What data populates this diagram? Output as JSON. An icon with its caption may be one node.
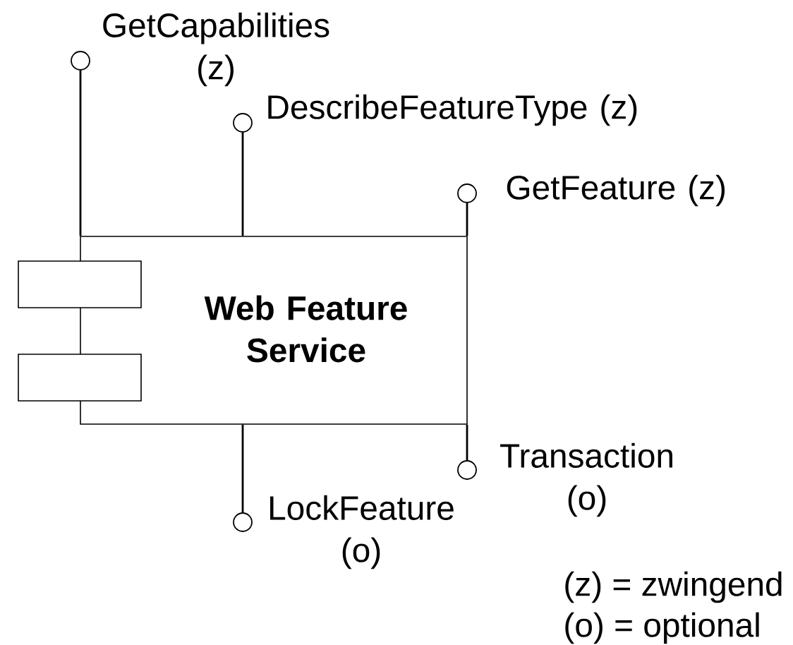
{
  "diagram": {
    "nodes": [
      {
        "text": [
          "**Web Feature Service**"
        ]
      },
      {
        "text": [
          "GetCapabilities (z)"
        ]
      },
      {
        "text": [
          "DescribeFeatureType (z)"
        ]
      },
      {
        "text": [
          "GetFeature (z)"
        ]
      },
      {
        "text": [
          "Transaction (o)"
        ]
      },
      {
        "text": [
          "LockFeature (o)"
        ]
      }
    ],
    "edges": [
      {
        "from": 0,
        "to": 1,
        "arrow": "none"
      },
      {
        "from": 0,
        "to": 2,
        "arrow": "none"
      },
      {
        "from": 0,
        "to": 3,
        "arrow": "none"
      },
      {
        "from": 0,
        "to": 4,
        "arrow": "none"
      },
      {
        "from": 0,
        "to": 5,
        "arrow": "none"
      }
    ],
    "labels": [
      "(z) = zwingend",
      "(o) = optional"
    ]
  }
}
